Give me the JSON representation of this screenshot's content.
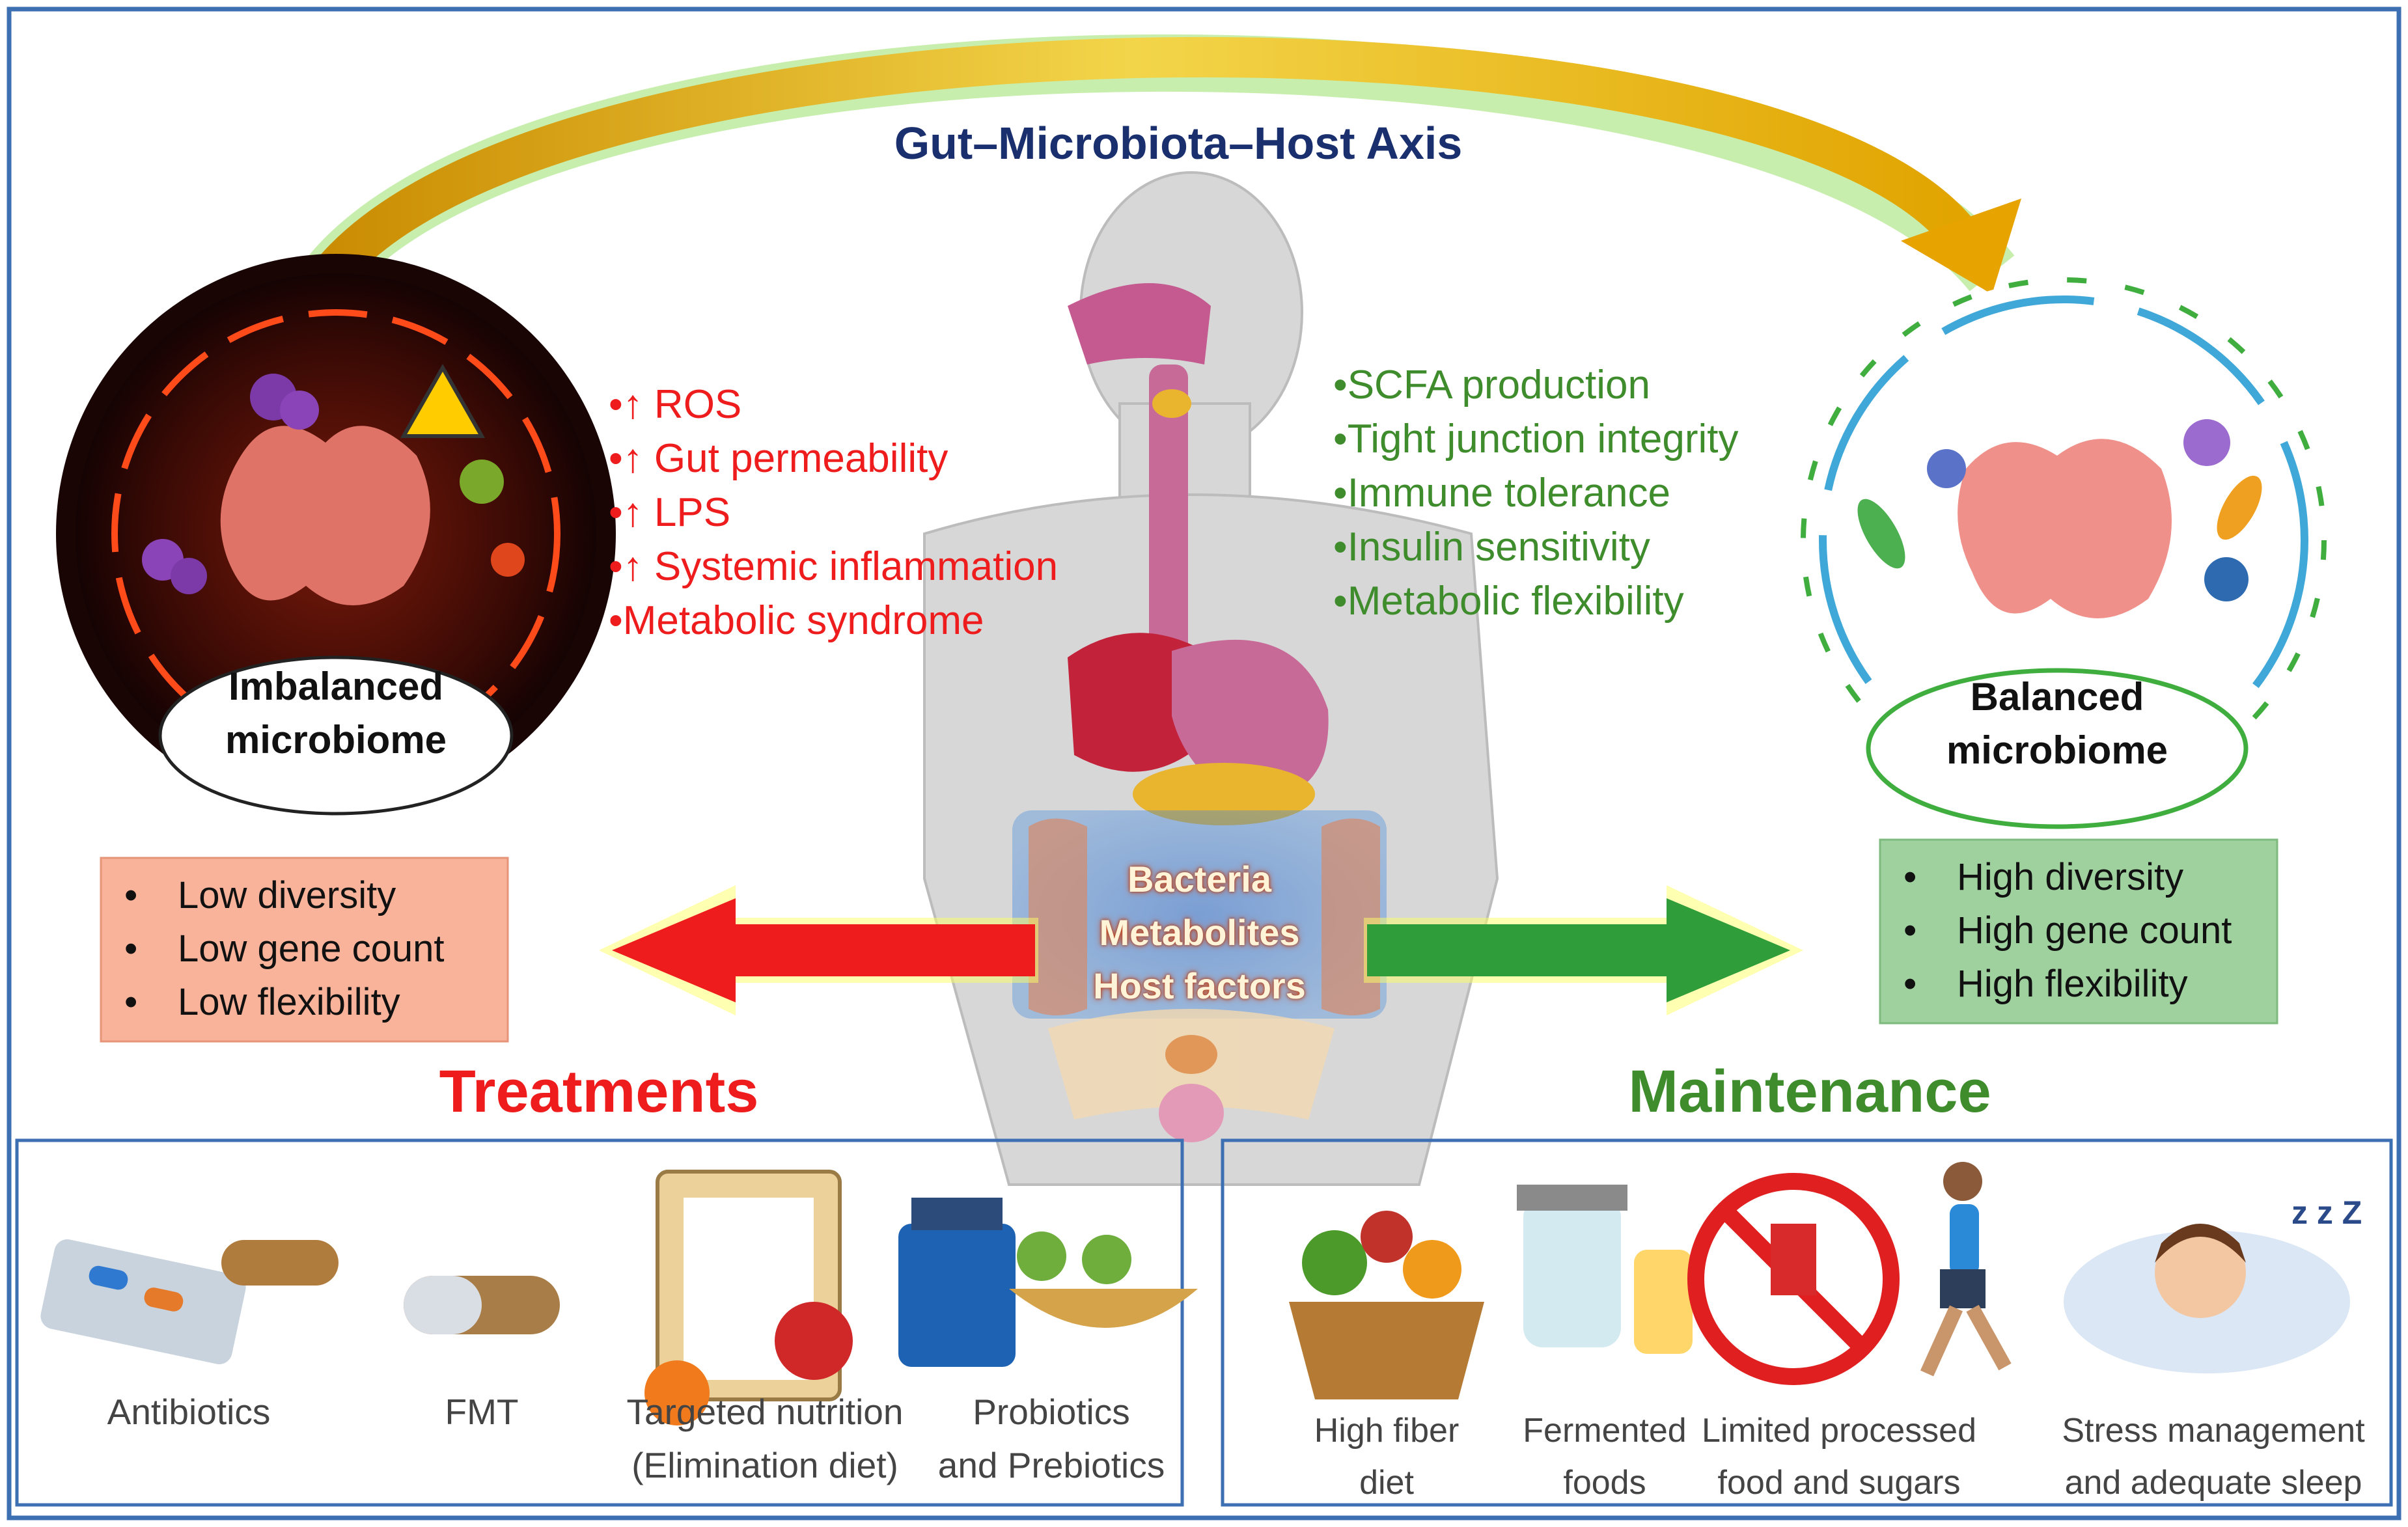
{
  "title": "Gut–Microbiota–Host Axis",
  "imbalanced": {
    "label_line1": "Imbalanced",
    "label_line2": "microbiome",
    "effects": [
      "•↑ ROS",
      "•↑ Gut permeability",
      "•↑ LPS",
      "•↑ Systemic inflammation",
      "•Metabolic syndrome"
    ],
    "traits": [
      "Low diversity",
      "Low gene count",
      "Low flexibility"
    ]
  },
  "balanced": {
    "label_line1": "Balanced",
    "label_line2": "microbiome",
    "effects": [
      "•SCFA production",
      "•Tight junction integrity",
      "•Immune tolerance",
      "•Insulin sensitivity",
      "•Metabolic flexibility"
    ],
    "traits": [
      "High diversity",
      "High gene count",
      "High flexibility"
    ]
  },
  "center_labels": [
    "Bacteria",
    "Metabolites",
    "Host factors"
  ],
  "treatments": {
    "heading": "Treatments",
    "items": [
      {
        "line1": "Antibiotics",
        "line2": ""
      },
      {
        "line1": "FMT",
        "line2": ""
      },
      {
        "line1": "Targeted nutrition",
        "line2": "(Elimination diet)"
      },
      {
        "line1": "Probiotics",
        "line2": "and Prebiotics"
      }
    ]
  },
  "maintenance": {
    "heading": "Maintenance",
    "items": [
      {
        "line1": "High fiber",
        "line2": "diet"
      },
      {
        "line1": "Fermented",
        "line2": "foods"
      },
      {
        "line1": "Limited processed",
        "line2": "food and sugars"
      },
      {
        "line1": "Stress management",
        "line2": "and adequate sleep"
      }
    ]
  },
  "colors": {
    "title": "#1a2f6e",
    "negative": "#ee1c1c",
    "positive": "#3f8c2d",
    "frame": "#3d6fb3"
  }
}
